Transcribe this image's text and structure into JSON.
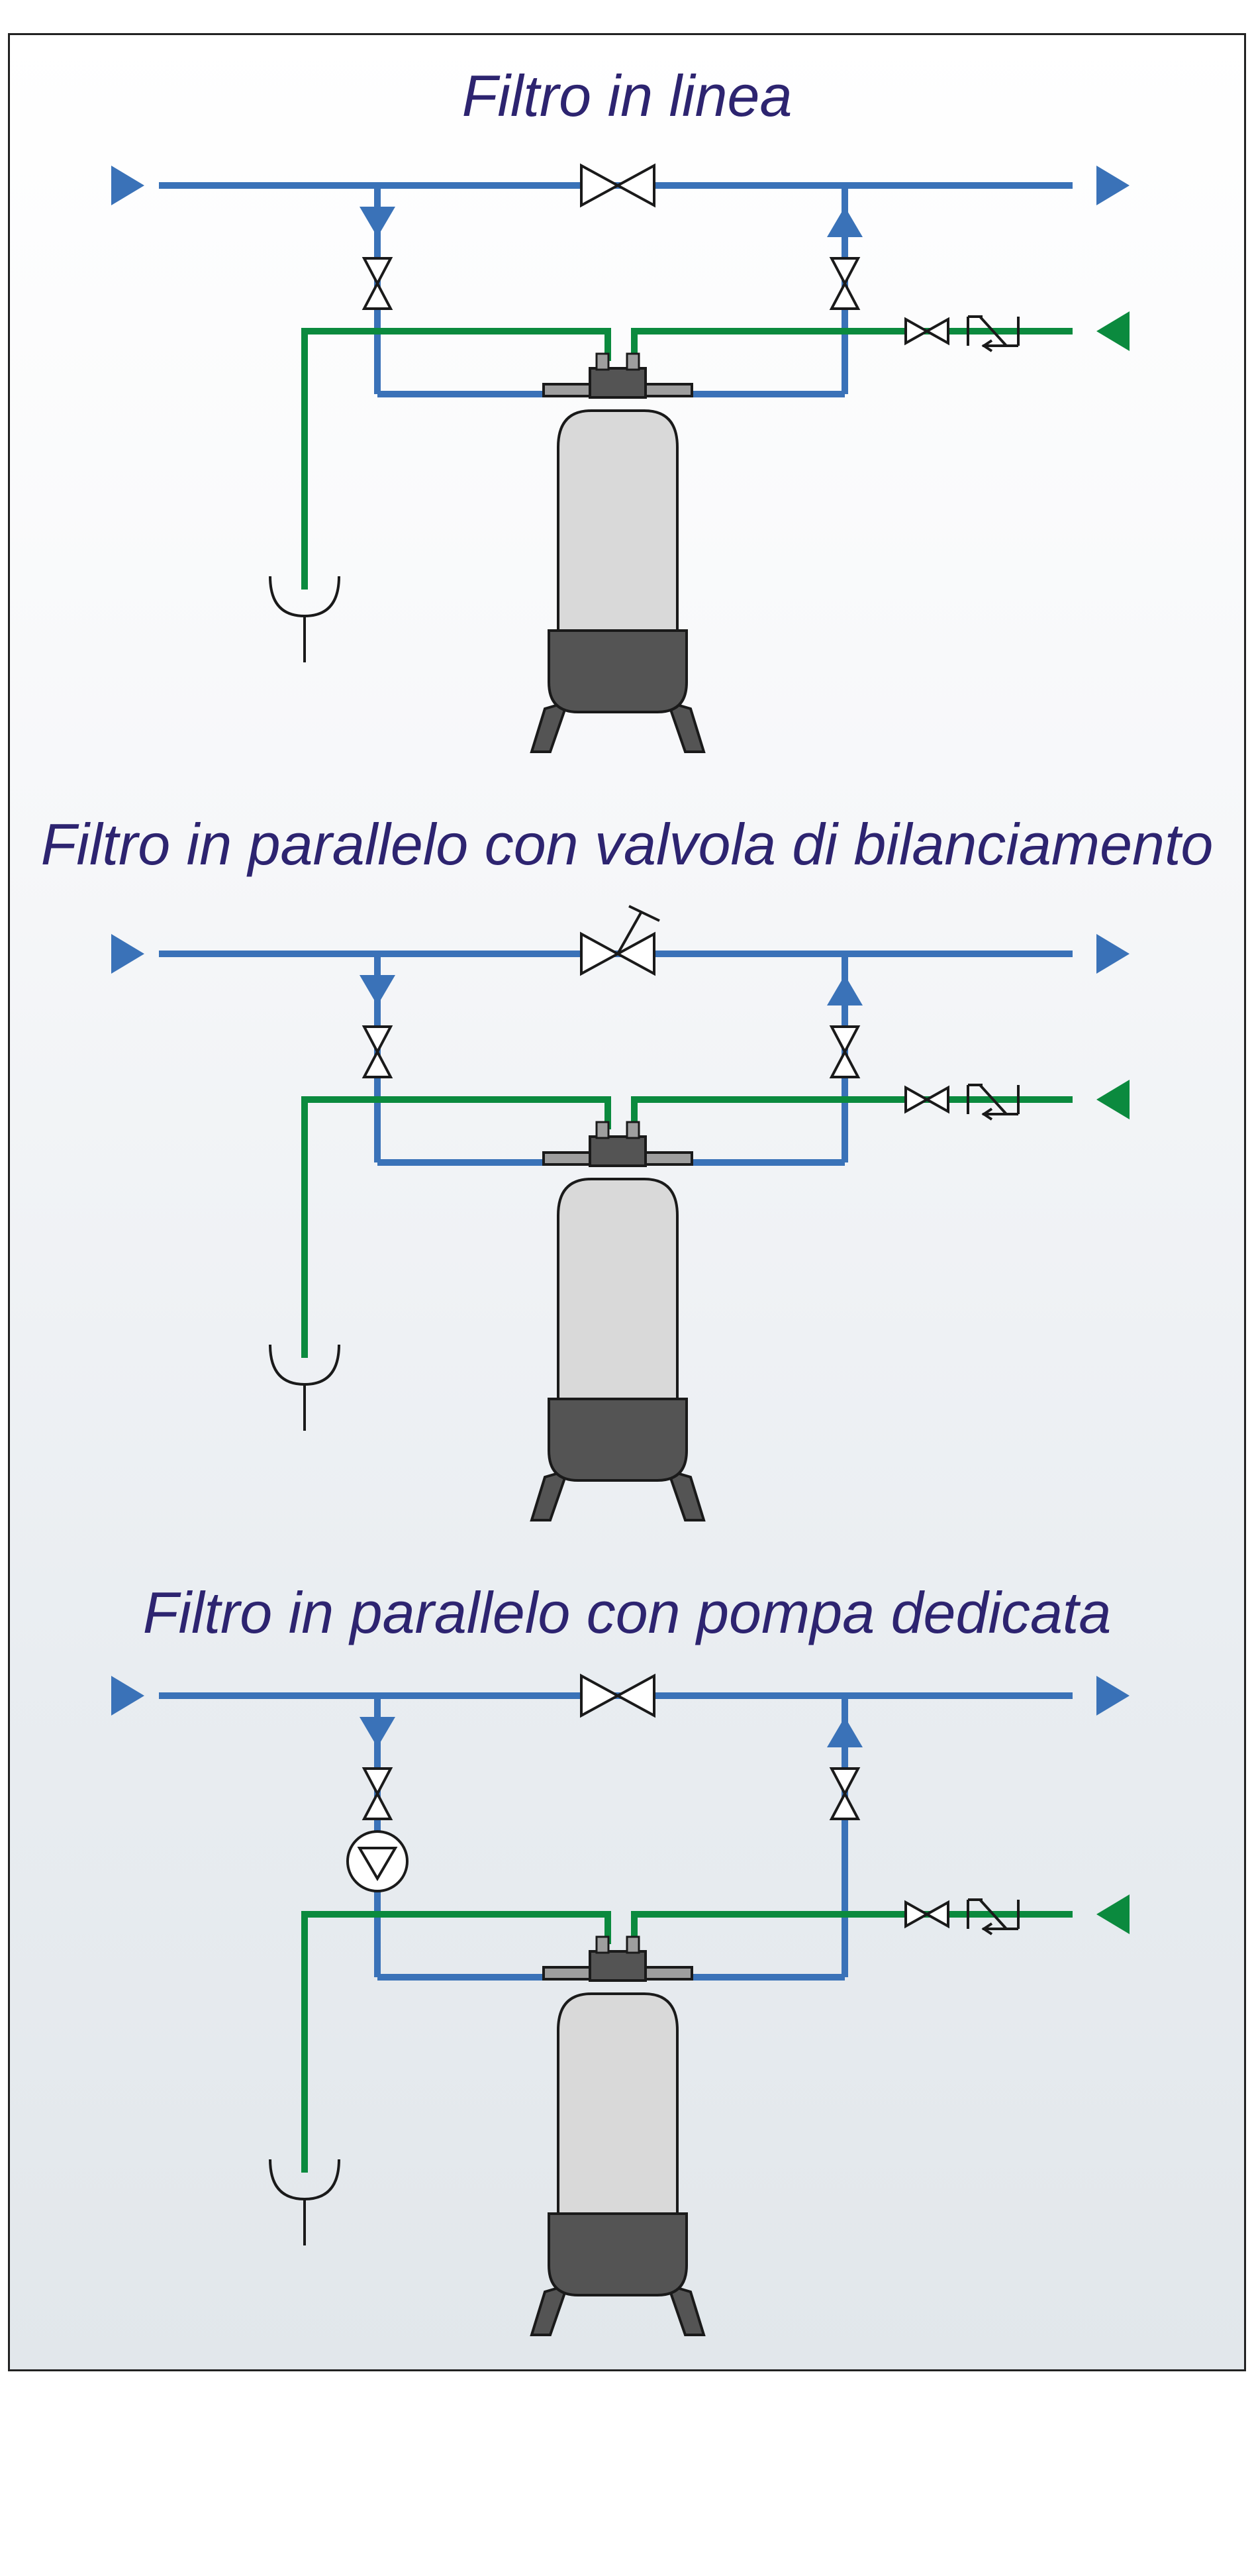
{
  "diagram": {
    "sections": [
      {
        "id": "inline",
        "title": "Filtro in linea",
        "bypass": "gate",
        "pump": false
      },
      {
        "id": "parallel-balancing",
        "title": "Filtro in parallelo con valvola di bilanciamento",
        "bypass": "balancing",
        "pump": false
      },
      {
        "id": "parallel-pump",
        "title": "Filtro in parallelo con pompa dedicata",
        "bypass": "gate",
        "pump": true
      }
    ],
    "colors": {
      "main_pipe": "#3a72b8",
      "wash_line": "#0b8a3e",
      "title": "#2d2470",
      "vessel_body": "#d9d9d9",
      "vessel_base": "#545454",
      "frame_border": "#222222"
    },
    "icons": [
      "flow-arrow-icon",
      "gate-valve-icon",
      "balancing-valve-icon",
      "check-valve-icon",
      "pump-icon",
      "drain-funnel-icon",
      "filter-vessel-icon"
    ]
  }
}
